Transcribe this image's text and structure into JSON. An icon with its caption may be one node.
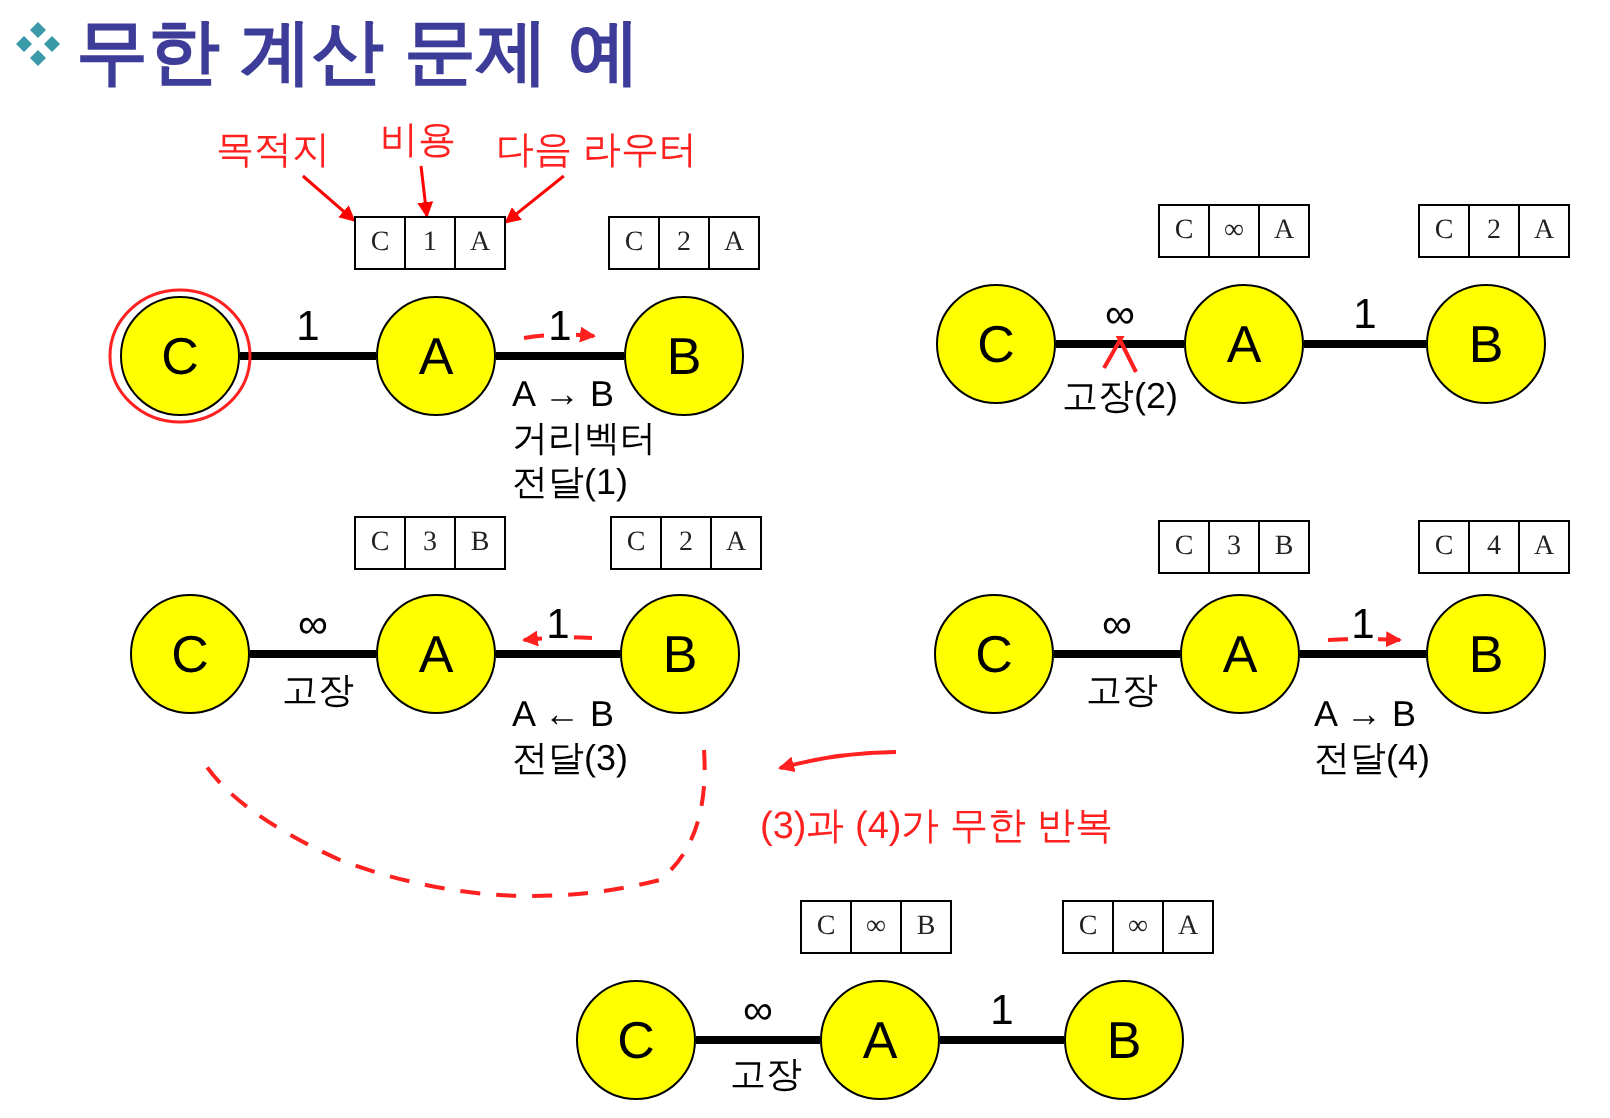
{
  "diagram": {
    "title": "무한 계산 문제 예",
    "nodes": [
      {
        "text": [
          "목적지"
        ]
      },
      {
        "text": [
          "비용"
        ]
      },
      {
        "text": [
          "다음 라우터"
        ]
      },
      {
        "text": [
          "C"
        ]
      },
      {
        "text": [
          "1"
        ]
      },
      {
        "text": [
          "A"
        ]
      },
      {
        "text": [
          "C"
        ]
      },
      {
        "text": [
          "2"
        ]
      },
      {
        "text": [
          "A"
        ]
      },
      {
        "text": [
          "C"
        ]
      },
      {
        "text": [
          "A"
        ]
      },
      {
        "text": [
          "B"
        ]
      },
      {
        "text": [
          "C"
        ]
      },
      {
        "text": [
          "∞"
        ]
      },
      {
        "text": [
          "A"
        ]
      },
      {
        "text": [
          "C"
        ]
      },
      {
        "text": [
          "2"
        ]
      },
      {
        "text": [
          "A"
        ]
      },
      {
        "text": [
          "C"
        ]
      },
      {
        "text": [
          "A"
        ]
      },
      {
        "text": [
          "B"
        ]
      },
      {
        "text": [
          "C"
        ]
      },
      {
        "text": [
          "3"
        ]
      },
      {
        "text": [
          "B"
        ]
      },
      {
        "text": [
          "C"
        ]
      },
      {
        "text": [
          "2"
        ]
      },
      {
        "text": [
          "A"
        ]
      },
      {
        "text": [
          "C"
        ]
      },
      {
        "text": [
          "A"
        ]
      },
      {
        "text": [
          "B"
        ]
      },
      {
        "text": [
          "C"
        ]
      },
      {
        "text": [
          "3"
        ]
      },
      {
        "text": [
          "B"
        ]
      },
      {
        "text": [
          "C"
        ]
      },
      {
        "text": [
          "4"
        ]
      },
      {
        "text": [
          "A"
        ]
      },
      {
        "text": [
          "C"
        ]
      },
      {
        "text": [
          "A"
        ]
      },
      {
        "text": [
          "B"
        ]
      },
      {
        "text": [
          "C"
        ]
      },
      {
        "text": [
          "∞"
        ]
      },
      {
        "text": [
          "B"
        ]
      },
      {
        "text": [
          "C"
        ]
      },
      {
        "text": [
          "∞"
        ]
      },
      {
        "text": [
          "A"
        ]
      },
      {
        "text": [
          "C"
        ]
      },
      {
        "text": [
          "A"
        ]
      },
      {
        "text": [
          "B"
        ]
      }
    ],
    "edges": [
      {
        "from": 0,
        "to": 3,
        "arrow": "to",
        "color": "#ff0000"
      },
      {
        "from": 1,
        "to": 4,
        "arrow": "to",
        "color": "#ff0000"
      },
      {
        "from": 2,
        "to": 5,
        "arrow": "to",
        "color": "#ff0000"
      },
      {
        "from": 9,
        "to": 10,
        "arrow": "none",
        "label": "1"
      },
      {
        "from": 10,
        "to": 11,
        "arrow": "none",
        "label": "1"
      },
      {
        "from": 18,
        "to": 19,
        "arrow": "none",
        "label": "∞"
      },
      {
        "from": 19,
        "to": 20,
        "arrow": "none",
        "label": "1"
      },
      {
        "from": 27,
        "to": 28,
        "arrow": "none",
        "label": "∞"
      },
      {
        "from": 28,
        "to": 29,
        "arrow": "none",
        "label": "1"
      },
      {
        "from": 36,
        "to": 37,
        "arrow": "none",
        "label": "∞"
      },
      {
        "from": 37,
        "to": 38,
        "arrow": "none",
        "label": "1"
      },
      {
        "from": 45,
        "to": 46,
        "arrow": "none",
        "label": "∞"
      },
      {
        "from": 46,
        "to": 47,
        "arrow": "none",
        "label": "1"
      }
    ],
    "labels": [
      "A → B 거리벡터 전달(1)",
      "고장(2)",
      "고장",
      "A ← B 전달(3)",
      "고장",
      "A → B 전달(4)",
      "(3)과 (4)가 무한 반복",
      "고장"
    ]
  }
}
